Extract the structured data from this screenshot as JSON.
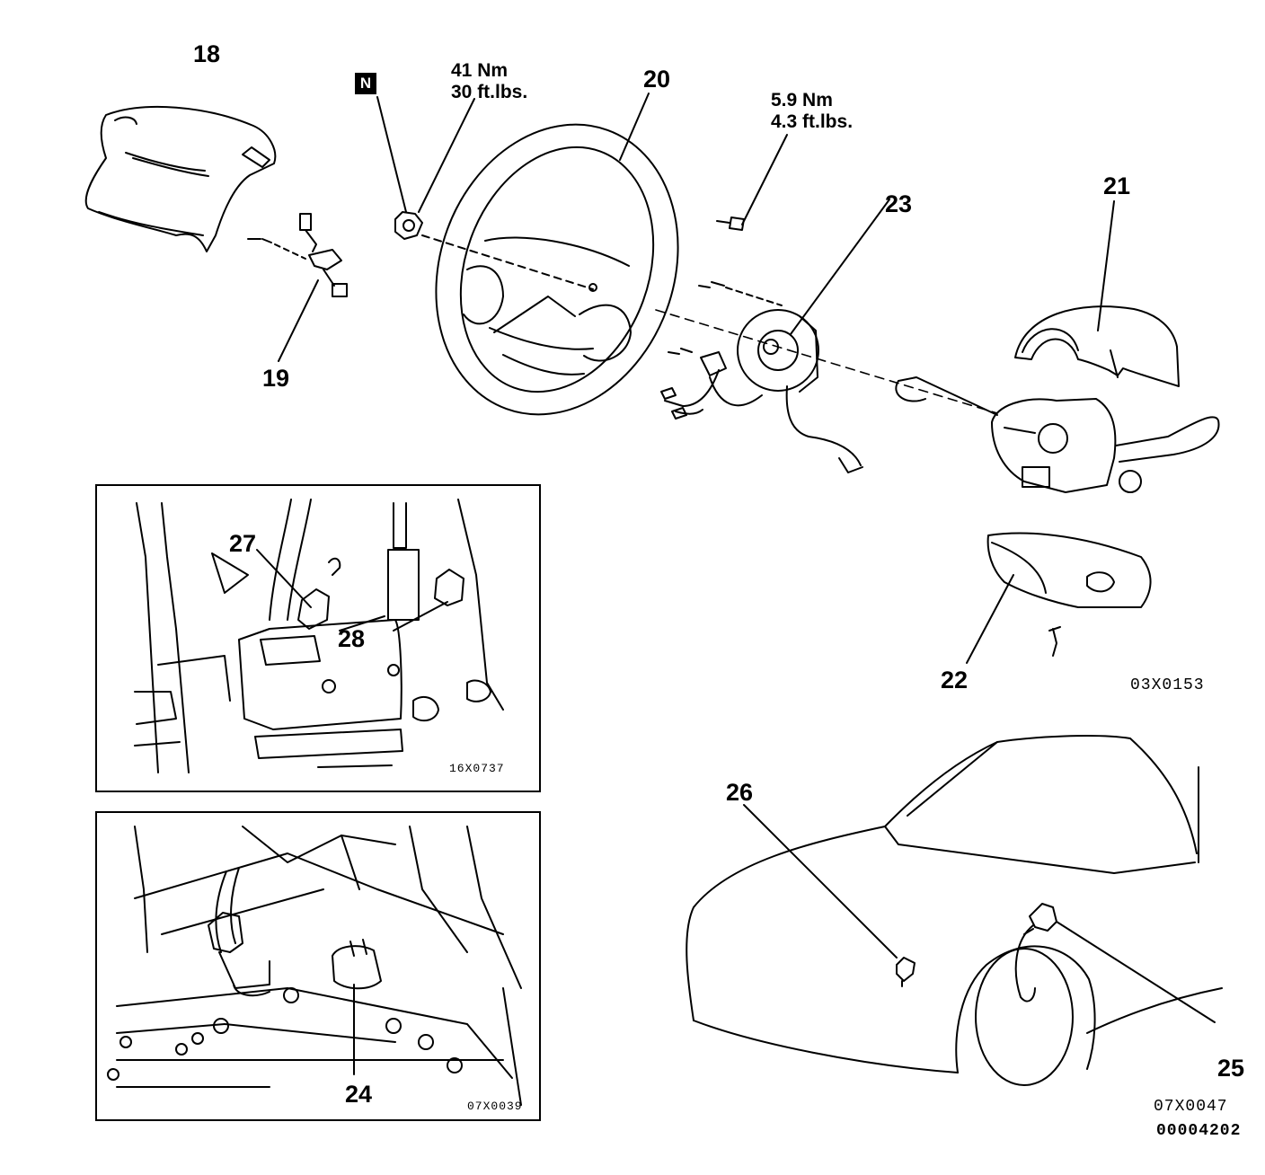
{
  "callouts": {
    "c18": "18",
    "c19": "19",
    "c20": "20",
    "c21": "21",
    "c22": "22",
    "c23": "23",
    "c24": "24",
    "c25": "25",
    "c26": "26",
    "c27": "27",
    "c28": "28"
  },
  "torque_specs": {
    "nut": {
      "nm": "41 Nm",
      "ftlbs": "30 ft.lbs."
    },
    "screw": {
      "nm": "5.9 Nm",
      "ftlbs": "4.3 ft.lbs."
    }
  },
  "nut_marker": "N",
  "figure_codes": {
    "main": "03X0153",
    "inset_top": "16X0737",
    "inset_bottom": "07X0039",
    "car": "07X0047",
    "document": "00004202"
  }
}
